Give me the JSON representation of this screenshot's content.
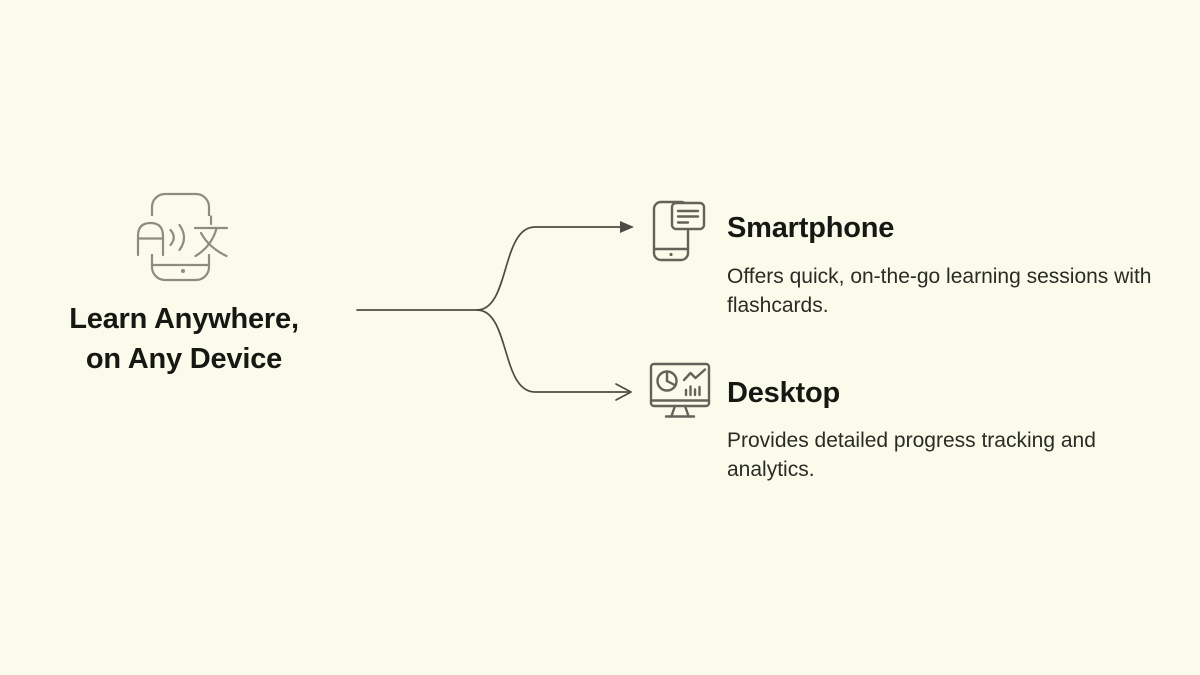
{
  "page": {
    "background": "#FBFBEB",
    "kind": "mindmap-branch-diagram"
  },
  "colors": {
    "background": "#FBFBEB",
    "heading_text": "#171713",
    "body_text": "#2B2B26",
    "connector": "#4C4C44",
    "root_icon_stroke": "#8C8C81",
    "branch_icon_stroke": "#63635A"
  },
  "diagram": {
    "root": {
      "icon": "translate-phone-icon",
      "title_lines": [
        "Learn Anywhere,",
        "on Any Device"
      ]
    },
    "branches": [
      {
        "icon": "smartphone-flashcard-icon",
        "label": "Smartphone",
        "description": "Offers quick, on-the-go learning sessions with flashcards.",
        "arrowhead": "filled-triangle"
      },
      {
        "icon": "desktop-analytics-icon",
        "label": "Desktop",
        "description": "Provides detailed progress tracking and analytics.",
        "arrowhead": "open-chevron"
      }
    ]
  }
}
